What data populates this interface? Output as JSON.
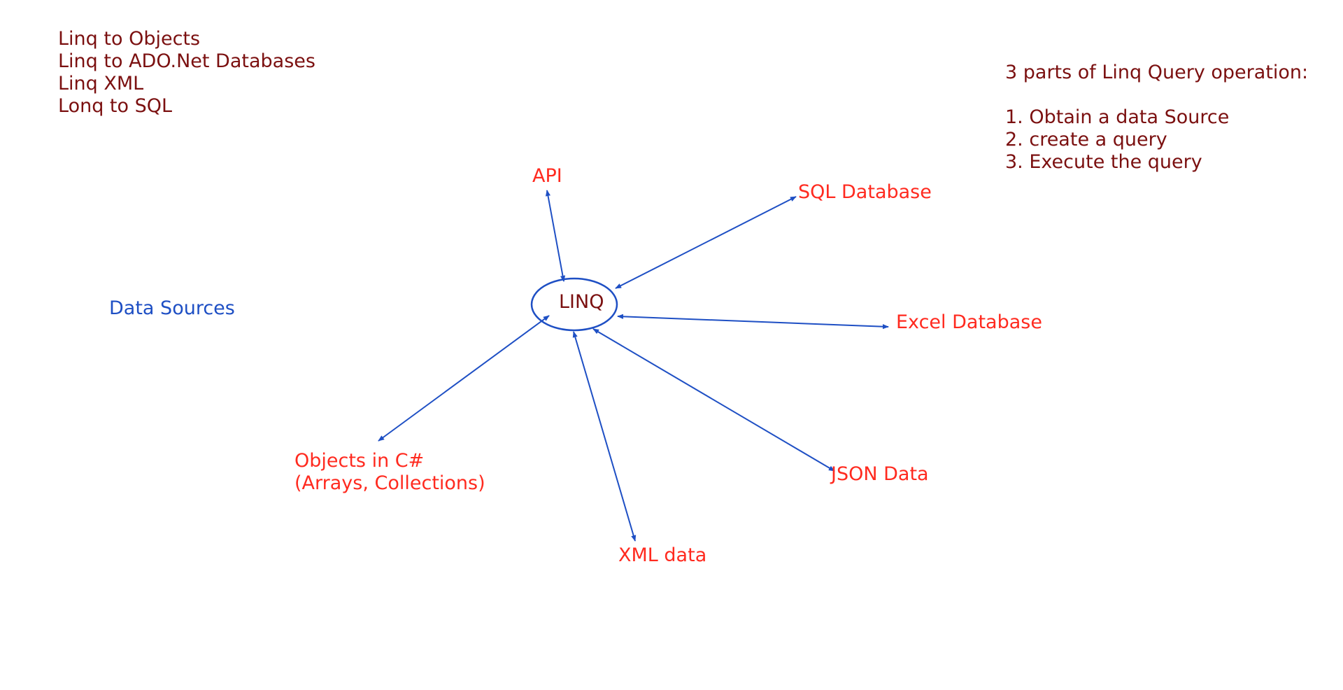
{
  "colors": {
    "maroon_text": "#7B1010",
    "red_text": "#FF2A1F",
    "blue_text": "#1E4FC4",
    "arrow_blue": "#1E4FC4",
    "background": "#FFFFFF"
  },
  "linq_types": [
    "Linq to Objects",
    "Linq to ADO.Net Databases",
    "Linq XML",
    "Lonq to SQL"
  ],
  "query_parts": {
    "heading": "3 parts of Linq Query operation:",
    "steps": [
      "1. Obtain a data Source",
      "2. create a query",
      "3. Execute the query"
    ]
  },
  "data_sources_label": "Data Sources",
  "center_node": "LINQ",
  "sources": {
    "api": "API",
    "sql_database": "SQL Database",
    "excel_database": "Excel Database",
    "json_data": "JSON Data",
    "xml_data": "XML data",
    "objects_line1": "Objects in C#",
    "objects_line2": "(Arrays, Collections)"
  },
  "connections": [
    "api",
    "sql_database",
    "excel_database",
    "json_data",
    "xml_data",
    "objects"
  ]
}
